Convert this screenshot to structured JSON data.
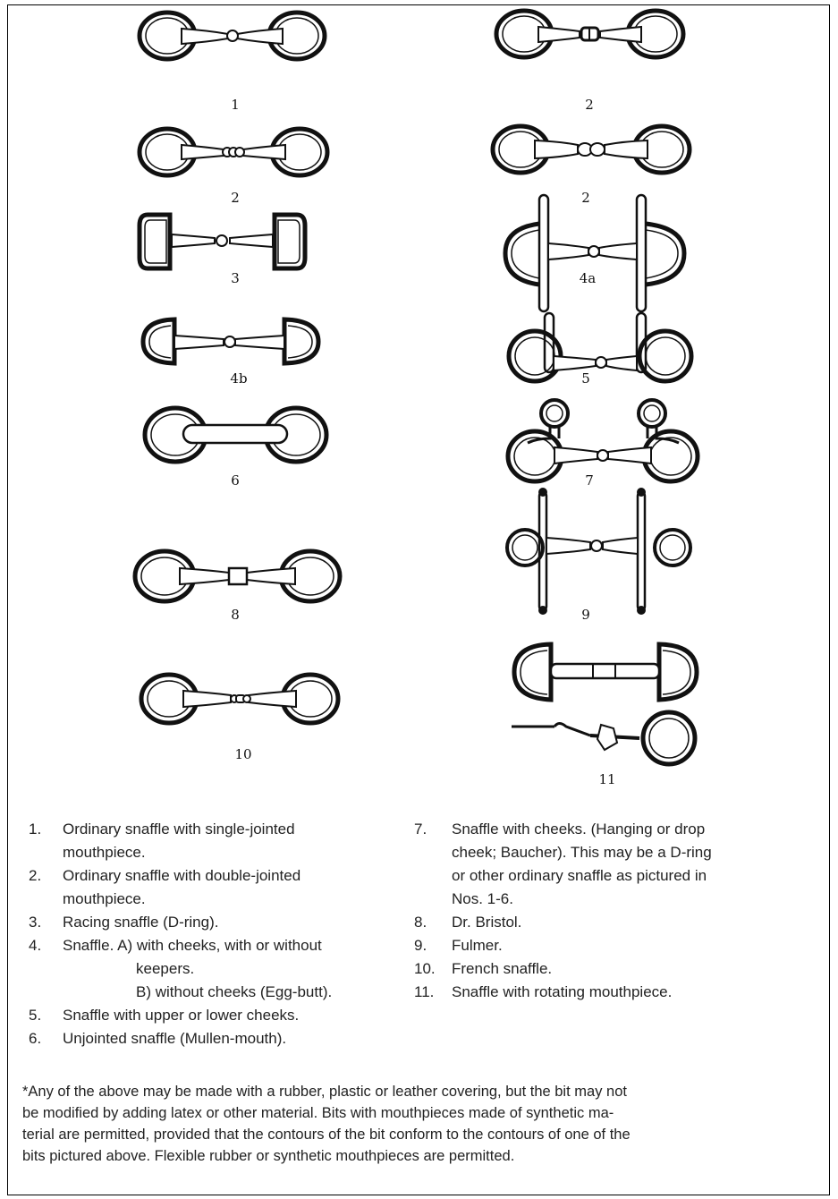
{
  "figures": {
    "f1": "1",
    "f2a": "2",
    "f2b": "2",
    "f2c": "2",
    "f3": "3",
    "f4a": "4a",
    "f4b": "4b",
    "f5": "5",
    "f6": "6",
    "f7": "7",
    "f8": "8",
    "f9": "9",
    "f10": "10",
    "f11": "11"
  },
  "legend_left": [
    {
      "num": "1.",
      "lines": [
        "Ordinary snaffle with single-jointed",
        "mouthpiece."
      ]
    },
    {
      "num": "2.",
      "lines": [
        "Ordinary snaffle with double-jointed",
        "mouthpiece."
      ]
    },
    {
      "num": "3.",
      "lines": [
        "Racing snaffle (D-ring)."
      ]
    },
    {
      "num": "4.",
      "lines": [
        "Snaffle. A) with cheeks, with or without",
        "keepers.",
        "B) without cheeks (Egg-butt)."
      ]
    },
    {
      "num": "5.",
      "lines": [
        "Snaffle with upper or lower cheeks."
      ]
    },
    {
      "num": "6.",
      "lines": [
        "Unjointed snaffle (Mullen-mouth)."
      ]
    }
  ],
  "legend_right": [
    {
      "num": "7.",
      "lines": [
        "Snaffle with cheeks. (Hanging or drop",
        "cheek; Baucher). This may be a D-ring",
        "or other ordinary snaffle as pictured in",
        "Nos. 1-6."
      ]
    },
    {
      "num": "8.",
      "lines": [
        "Dr. Bristol."
      ]
    },
    {
      "num": "9.",
      "lines": [
        "Fulmer."
      ]
    },
    {
      "num": "10.",
      "lines": [
        "French snaffle."
      ]
    },
    {
      "num": "11.",
      "lines": [
        "Snaffle with rotating mouthpiece."
      ]
    }
  ],
  "footnote": [
    "*Any of the above may be made with a rubber, plastic or leather covering, but the bit may not",
    "be modified by adding latex or other material. Bits with mouthpieces made of synthetic ma-",
    "terial are permitted, provided that the contours of the bit conform to the contours of one of the",
    "bits pictured above. Flexible rubber or synthetic mouthpieces are permitted."
  ]
}
